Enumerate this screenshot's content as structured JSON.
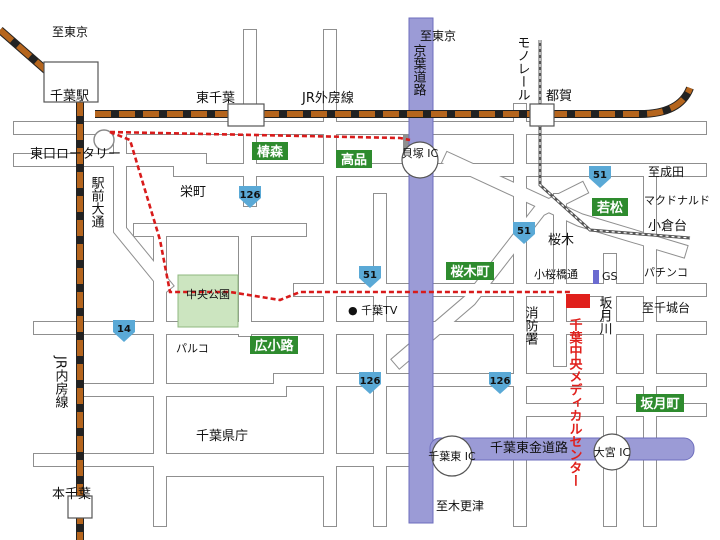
{
  "stations": {
    "chiba": "千葉駅",
    "higashi_chiba": "東千葉",
    "tsuga": "都賀",
    "hon_chiba": "本千葉"
  },
  "railways": {
    "jr_sobu": "JR外房線",
    "jr_uchibo": "JR内房線",
    "monorail": "モノレール"
  },
  "directions": {
    "to_tokyo_left": "至東京",
    "to_tokyo_top": "至東京",
    "to_narita": "至成田",
    "to_chishiro": "至千城台",
    "to_kisarazu": "至木更津"
  },
  "highways": {
    "keiyo": "京葉道路",
    "chiba_togane": "千葉東金道路"
  },
  "ic": {
    "kaizuka": "貝塚 IC",
    "chiba_higashi": "千葉東 IC",
    "omiya": "大宮 IC"
  },
  "places": {
    "east_rotary": "東口ロータリー",
    "ekimae": "駅前大通",
    "sakaecho": "栄町",
    "chuo_park": "中央公園",
    "chiba_tv": "● 千葉TV",
    "fire_station": "消防署",
    "sakatsuki_river": "坂月川",
    "parco": "パルコ",
    "prefecture": "千葉県庁",
    "kozakura_bridge": "小桜橋通",
    "gs": "GS",
    "pachinko": "パチンコ",
    "mcdonalds": "マクドナルド",
    "kokuradai": "小倉台",
    "sakuragi": "桜木"
  },
  "intersections": {
    "tsubakimori": "椿森",
    "takashina": "高品",
    "wakamatsu": "若松",
    "sakuragicho": "桜木町",
    "hirokoji": "広小路",
    "sakatsukicho": "坂月町"
  },
  "route_shields": {
    "r126_a": "126",
    "r126_b": "126",
    "r126_c": "126",
    "r51_a": "51",
    "r51_b": "51",
    "r51_c": "51",
    "r14": "14"
  },
  "destination": "千葉中央メディカルセンター",
  "colors": {
    "rail_brown": "#b5651d",
    "highway_purple": "#9b9bd6",
    "route_red": "#d81b1b",
    "shield_blue": "#5aa9d6",
    "intersection_green": "#2e8b2e",
    "park_green": "#cce5c0",
    "destination_red": "#e0201c"
  }
}
